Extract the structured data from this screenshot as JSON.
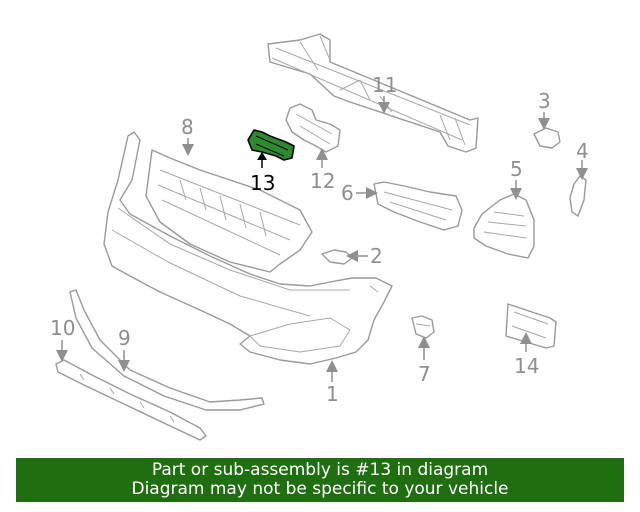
{
  "callouts": {
    "c1": "1",
    "c2": "2",
    "c3": "3",
    "c4": "4",
    "c5": "5",
    "c6": "6",
    "c7": "7",
    "c8": "8",
    "c9": "9",
    "c10": "10",
    "c11": "11",
    "c12": "12",
    "c13": "13",
    "c14": "14"
  },
  "highlighted_part": "13",
  "colors": {
    "highlight": "#2d8a2d",
    "banner": "#1f6e10",
    "line": "#9a9a9a"
  },
  "banner": {
    "line1": "Part or sub-assembly is #13 in diagram",
    "line2": "Diagram may not be specific to your vehicle"
  }
}
